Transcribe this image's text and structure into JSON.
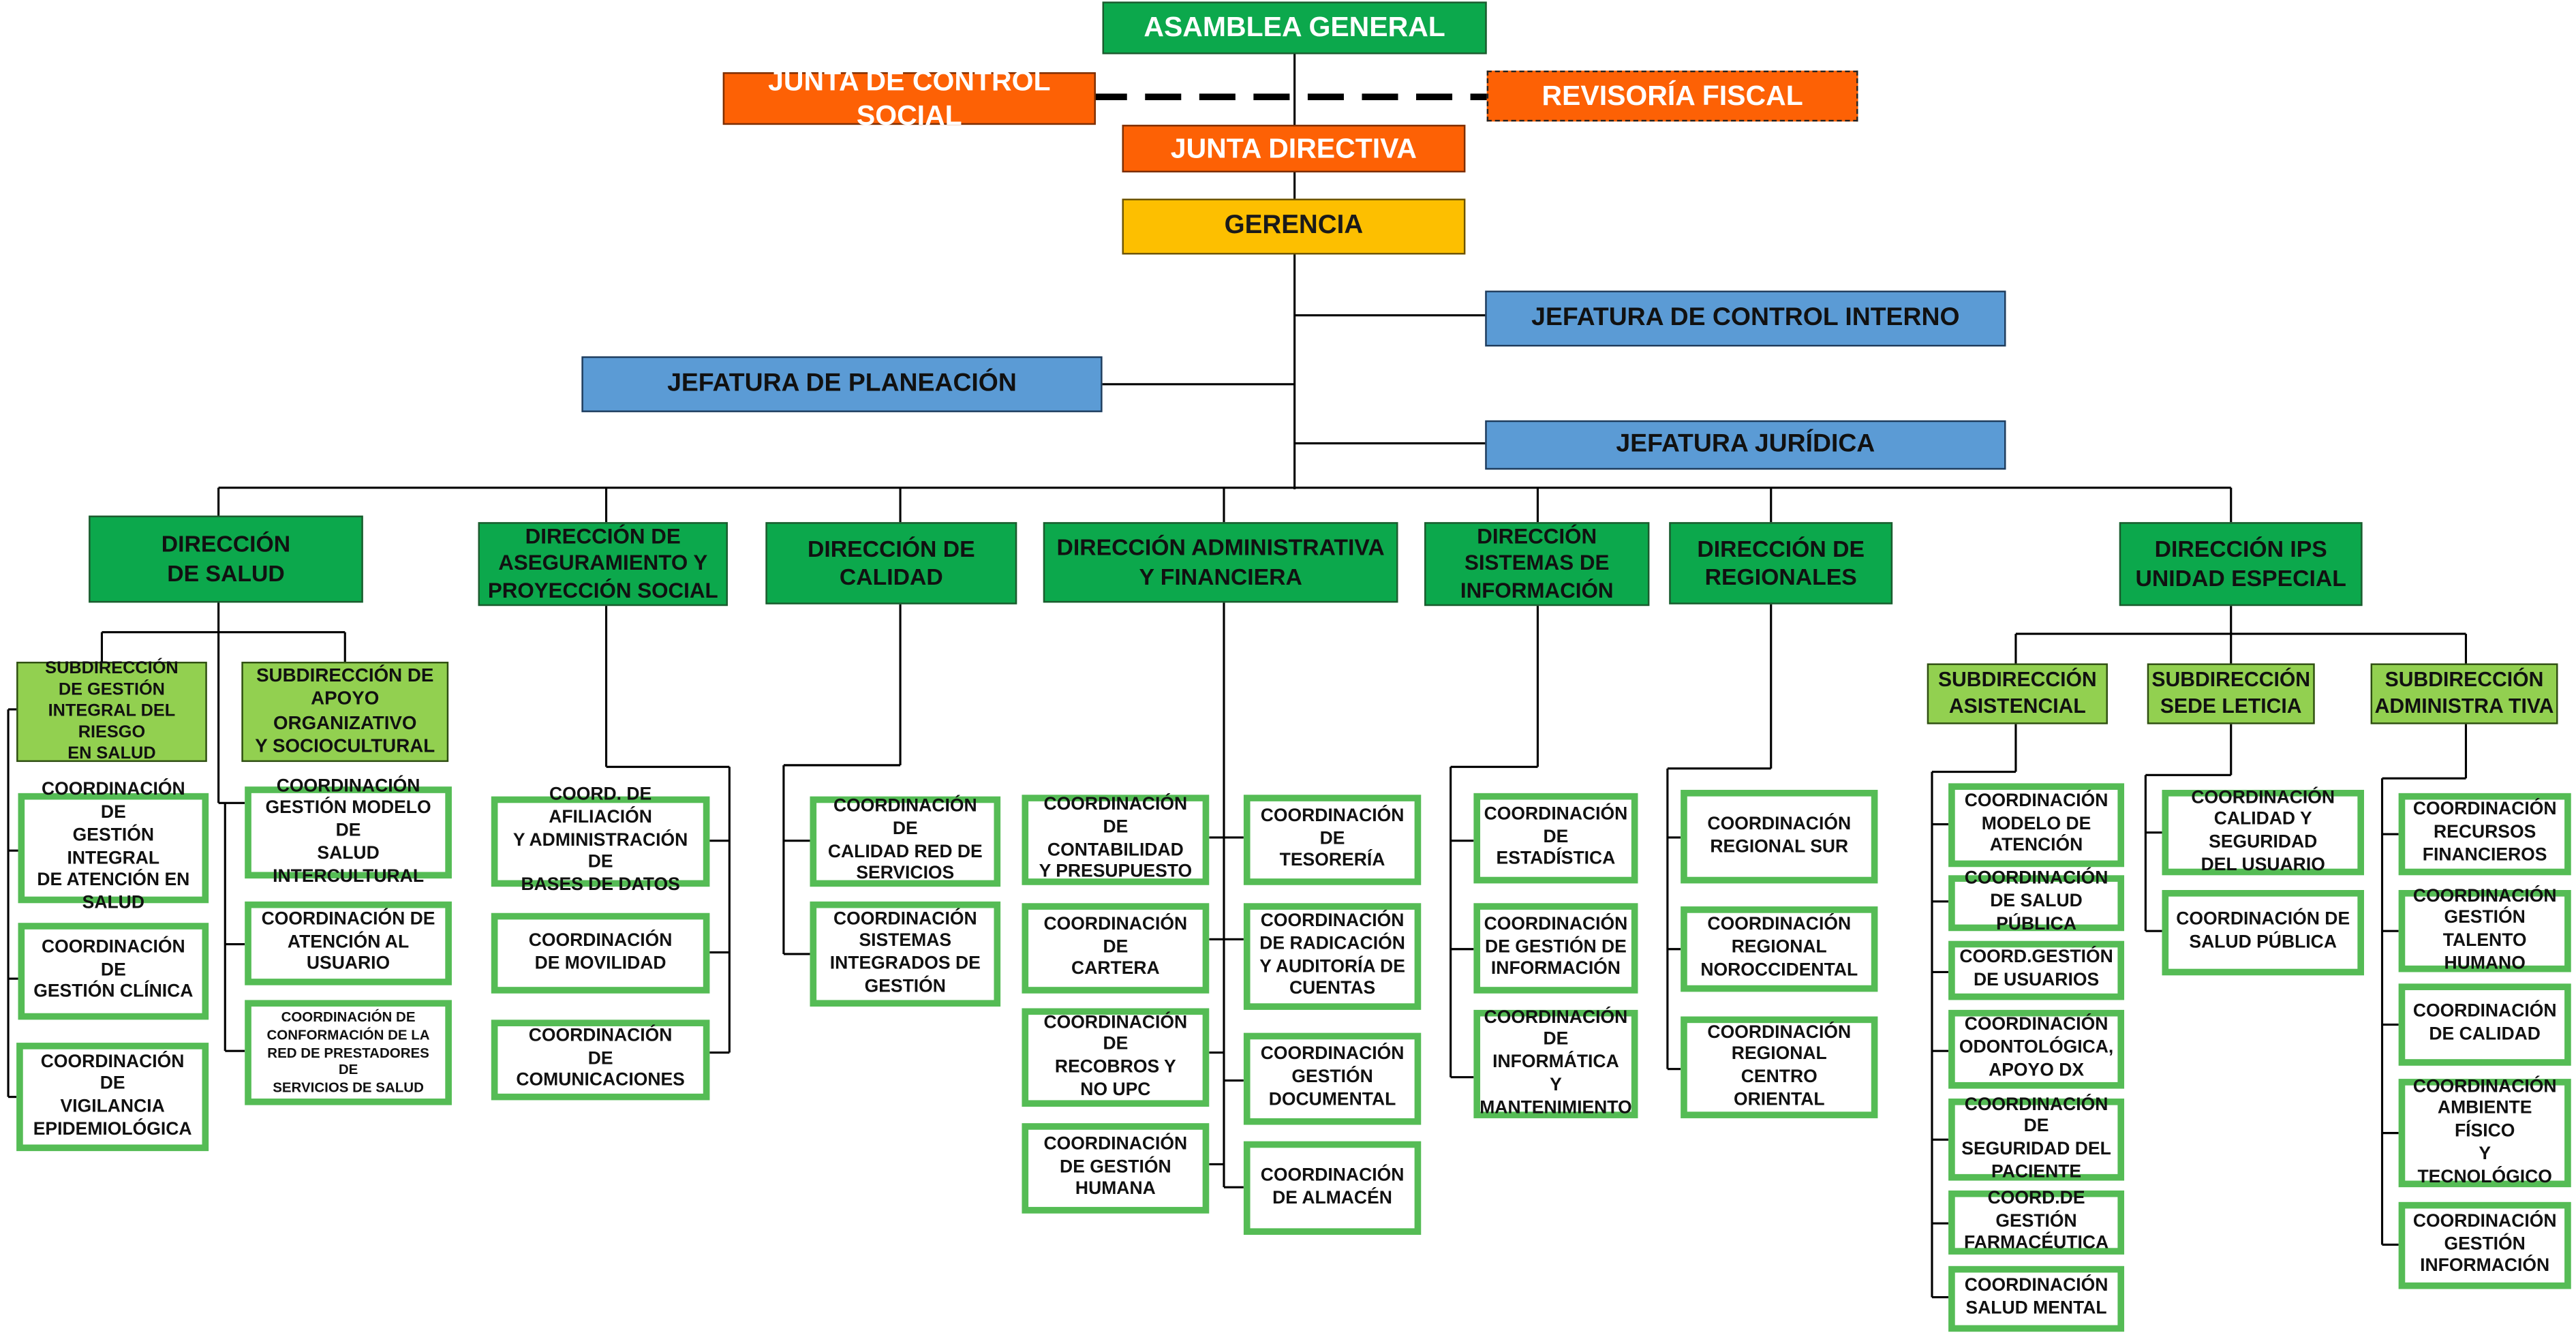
{
  "colors": {
    "top_green": "#0ca84c",
    "orange": "#fd6105",
    "gold": "#fdbf00",
    "blue": "#5b9bd5",
    "direction_green": "#0ca84c",
    "sub_green": "#92d050",
    "coord_border": "#55bc55",
    "line": "#000000"
  },
  "top": {
    "asamblea": "ASAMBLEA GENERAL",
    "junta_control": "JUNTA DE CONTROL SOCIAL",
    "revisoria": "REVISORÍA FISCAL",
    "junta_directiva": "JUNTA DIRECTIVA",
    "gerencia": "GERENCIA"
  },
  "jefaturas": {
    "control_interno": "JEFATURA DE CONTROL INTERNO",
    "planeacion": "JEFATURA DE PLANEACIÓN",
    "juridica": "JEFATURA JURÍDICA"
  },
  "direcciones": {
    "salud": {
      "title": "DIRECCIÓN\nDE SALUD",
      "subdirecciones": [
        {
          "title": "SUBDIRECCIÓN\nDE GESTIÓN\nINTEGRAL DEL RIESGO\nEN SALUD",
          "coordinaciones": [
            "COORDINACIÓN DE\nGESTIÓN INTEGRAL\nDE ATENCIÓN EN\nSALUD",
            "COORDINACIÓN DE\nGESTIÓN CLÍNICA",
            "COORDINACIÓN DE\nVIGILANCIA\nEPIDEMIOLÓGICA"
          ]
        },
        {
          "title": "SUBDIRECCIÓN DE\nAPOYO ORGANIZATIVO\nY SOCIOCULTURAL",
          "coordinaciones": [
            "COORDINACIÓN\nGESTIÓN MODELO DE\nSALUD INTERCULTURAL",
            "COORDINACIÓN DE\nATENCIÓN AL\nUSUARIO",
            "COORDINACIÓN DE\nCONFORMACIÓN DE LA\nRED DE PRESTADORES DE\nSERVICIOS DE SALUD"
          ]
        }
      ]
    },
    "aseguramiento": {
      "title": "DIRECCIÓN DE\nASEGURAMIENTO Y\nPROYECCIÓN SOCIAL",
      "coordinaciones": [
        "COORD. DE AFILIACIÓN\nY ADMINISTRACIÓN DE\nBASES DE DATOS",
        "COORDINACIÓN\nDE MOVILIDAD",
        "COORDINACIÓN\nDE COMUNICACIONES"
      ]
    },
    "calidad": {
      "title": "DIRECCIÓN DE\nCALIDAD",
      "coordinaciones": [
        "COORDINACIÓN DE\nCALIDAD RED DE\nSERVICIOS",
        "COORDINACIÓN\nSISTEMAS\nINTEGRADOS DE\nGESTIÓN"
      ]
    },
    "administrativa": {
      "title": "DIRECCIÓN ADMINISTRATIVA\nY FINANCIERA",
      "coordinaciones_izq": [
        "COORDINACIÓN\nDE CONTABILIDAD\nY PRESUPUESTO",
        "COORDINACIÓN DE\nCARTERA",
        "COORDINACIÓN DE\nRECOBROS Y\nNO UPC",
        "COORDINACIÓN\nDE GESTIÓN\nHUMANA"
      ],
      "coordinaciones_der": [
        "COORDINACIÓN\nDE\nTESORERÍA",
        "COORDINACIÓN\nDE RADICACIÓN\nY AUDITORÍA DE\nCUENTAS",
        "COORDINACIÓN\nGESTIÓN\nDOCUMENTAL",
        "COORDINACIÓN\nDE ALMACÉN"
      ]
    },
    "sistemas": {
      "title": "DIRECCIÓN\nSISTEMAS DE\nINFORMACIÓN",
      "coordinaciones": [
        "COORDINACIÓN\nDE ESTADÍSTICA",
        "COORDINACIÓN\nDE GESTIÓN DE\nINFORMACIÓN",
        "COORDINACIÓN\nDE INFORMÁTICA\nY\nMANTENIMIENTO"
      ]
    },
    "regionales": {
      "title": "DIRECCIÓN DE\nREGIONALES",
      "coordinaciones": [
        "COORDINACIÓN\nREGIONAL SUR",
        "COORDINACIÓN\nREGIONAL\nNOROCCIDENTAL",
        "COORDINACIÓN\nREGIONAL CENTRO\nORIENTAL"
      ]
    },
    "ips": {
      "title": "DIRECCIÓN IPS\nUNIDAD ESPECIAL",
      "subdirecciones": [
        {
          "title": "SUBDIRECCIÓN\nASISTENCIAL",
          "coordinaciones": [
            "COORDINACIÓN\nMODELO DE\nATENCIÓN",
            "COORDINACIÓN\nDE SALUD PÚBLICA",
            "COORD.GESTIÓN\nDE USUARIOS",
            "COORDINACIÓN\nODONTOLÓGICA,\nAPOYO DX",
            "COORDINACIÓN DE\nSEGURIDAD DEL\nPACIENTE",
            "COORD.DE GESTIÓN\nFARMACÉUTICA",
            "COORDINACIÓN\nSALUD MENTAL"
          ]
        },
        {
          "title": "SUBDIRECCIÓN\nSEDE LETICIA",
          "coordinaciones": [
            "COORDINACIÓN\nCALIDAD Y SEGURIDAD\nDEL USUARIO",
            "COORDINACIÓN DE\nSALUD PÚBLICA"
          ]
        },
        {
          "title": "SUBDIRECCIÓN\nADMINISTRA TIVA",
          "coordinaciones": [
            "COORDINACIÓN\nRECURSOS\nFINANCIEROS",
            "COORDINACIÓN\nGESTIÓN TALENTO\nHUMANO",
            "COORDINACIÓN\nDE CALIDAD",
            "COORDINACIÓN\nAMBIENTE FÍSICO\nY TECNOLÓGICO",
            "COORDINACIÓN\nGESTIÓN\nINFORMACIÓN"
          ]
        }
      ]
    }
  }
}
